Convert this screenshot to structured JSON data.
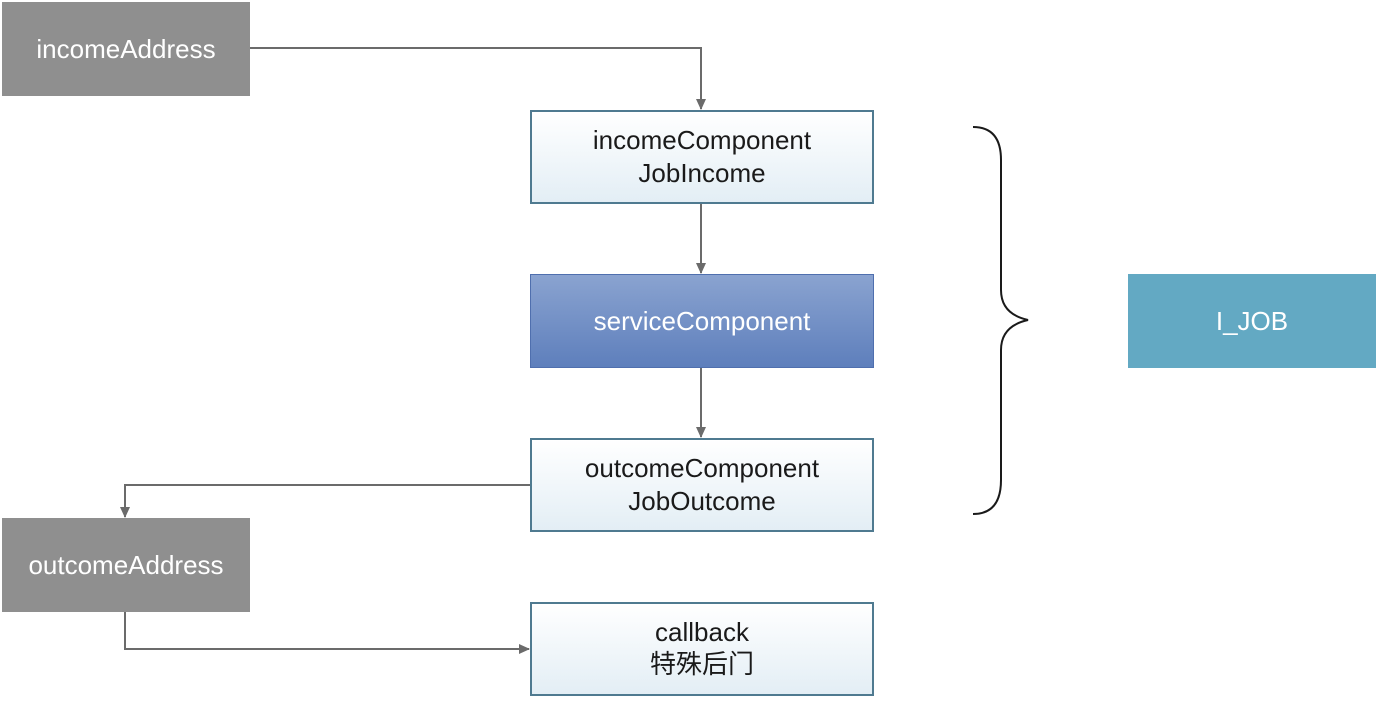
{
  "nodes": {
    "income_address": {
      "label": "incomeAddress"
    },
    "income_component": {
      "line1": "incomeComponent",
      "line2": "JobIncome"
    },
    "service_component": {
      "label": "serviceComponent"
    },
    "outcome_component": {
      "line1": "outcomeComponent",
      "line2": "JobOutcome"
    },
    "outcome_address": {
      "label": "outcomeAddress"
    },
    "callback": {
      "line1": "callback",
      "line2": "特殊后门"
    },
    "i_job": {
      "label": "I_JOB"
    }
  },
  "colors": {
    "connector": "#6b6b6b",
    "gray_node": "#8f8f8f",
    "light_node_border": "#4f7a90",
    "service_fill": "#6f8dc5",
    "teal_node": "#63a9c3",
    "brace": "#1a1a1a"
  }
}
